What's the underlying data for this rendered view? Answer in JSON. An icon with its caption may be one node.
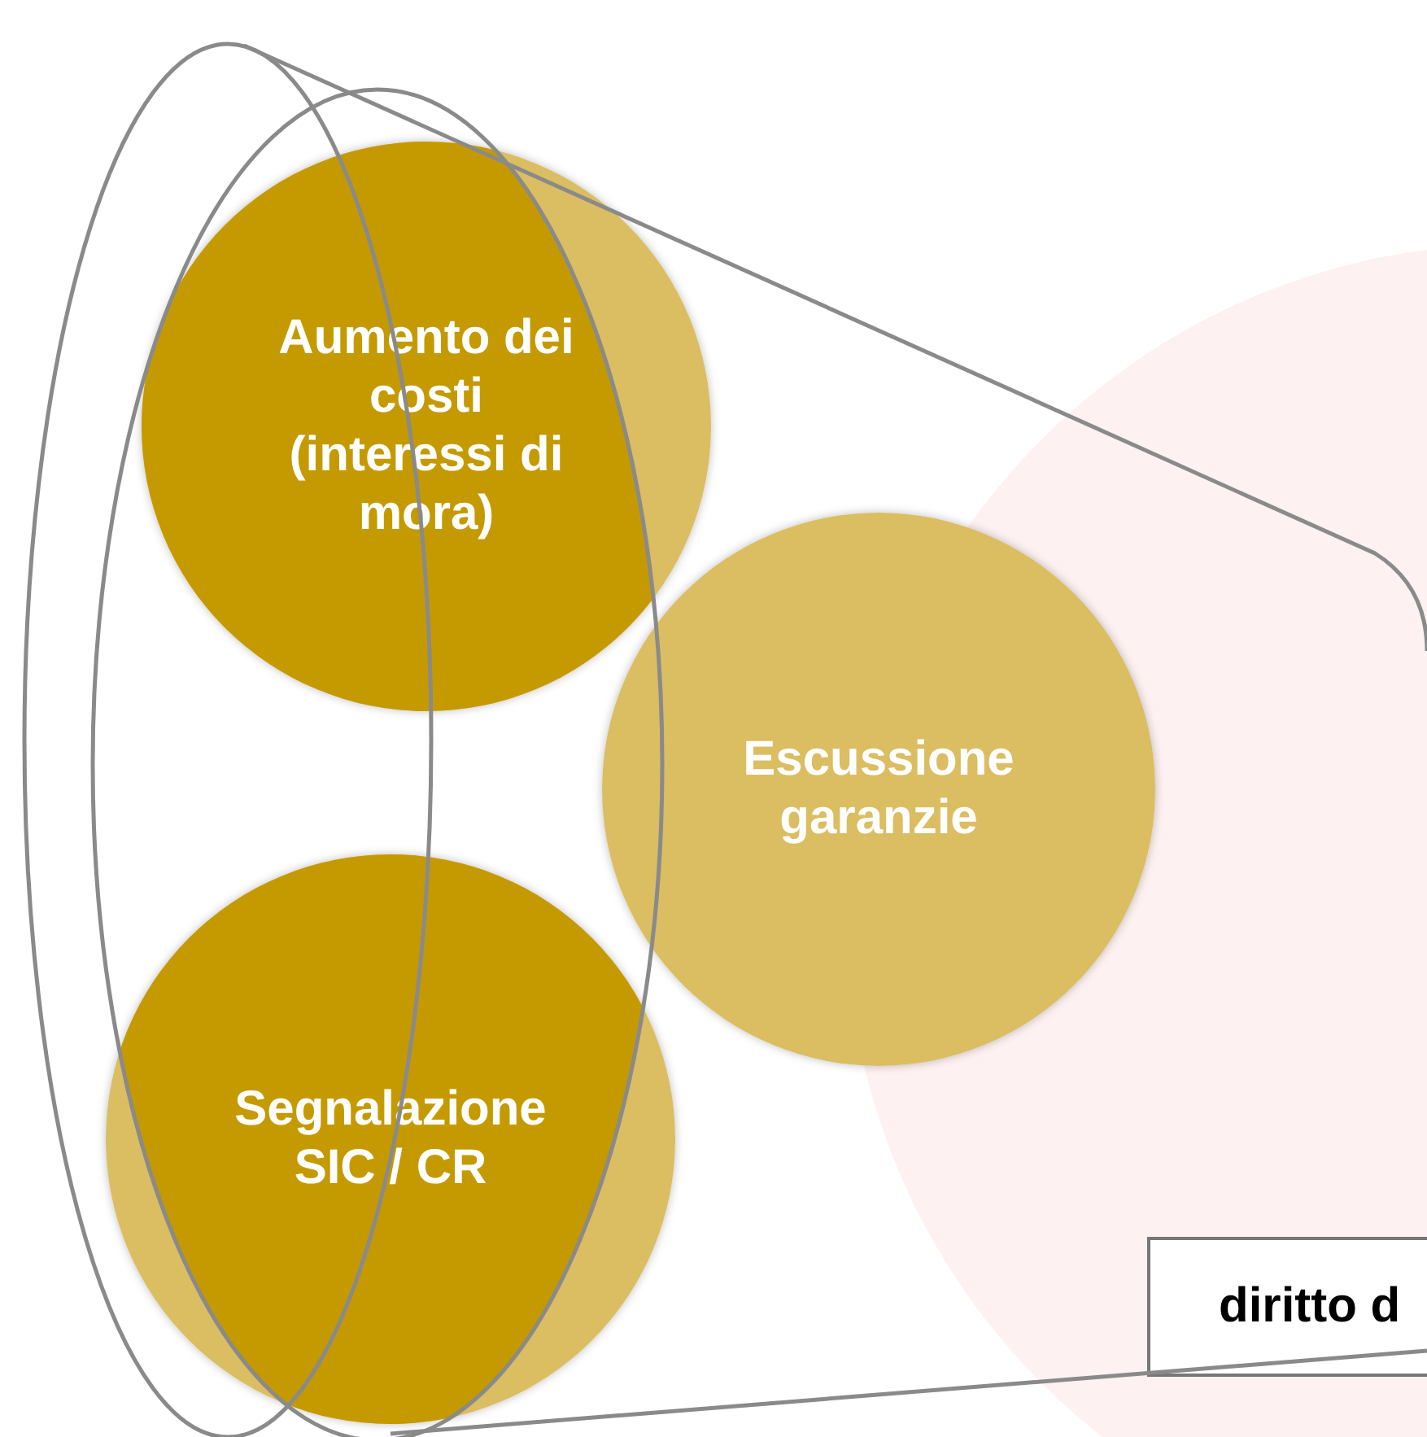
{
  "diagram": {
    "nodes": [
      {
        "text": [
          "Aumento dei costi (interessi di mora)"
        ]
      },
      {
        "text": [
          "Escussione garanzie"
        ]
      },
      {
        "text": [
          "Segnalazione SIC / CR"
        ]
      },
      {
        "text": [
          "diritto d"
        ]
      }
    ]
  }
}
